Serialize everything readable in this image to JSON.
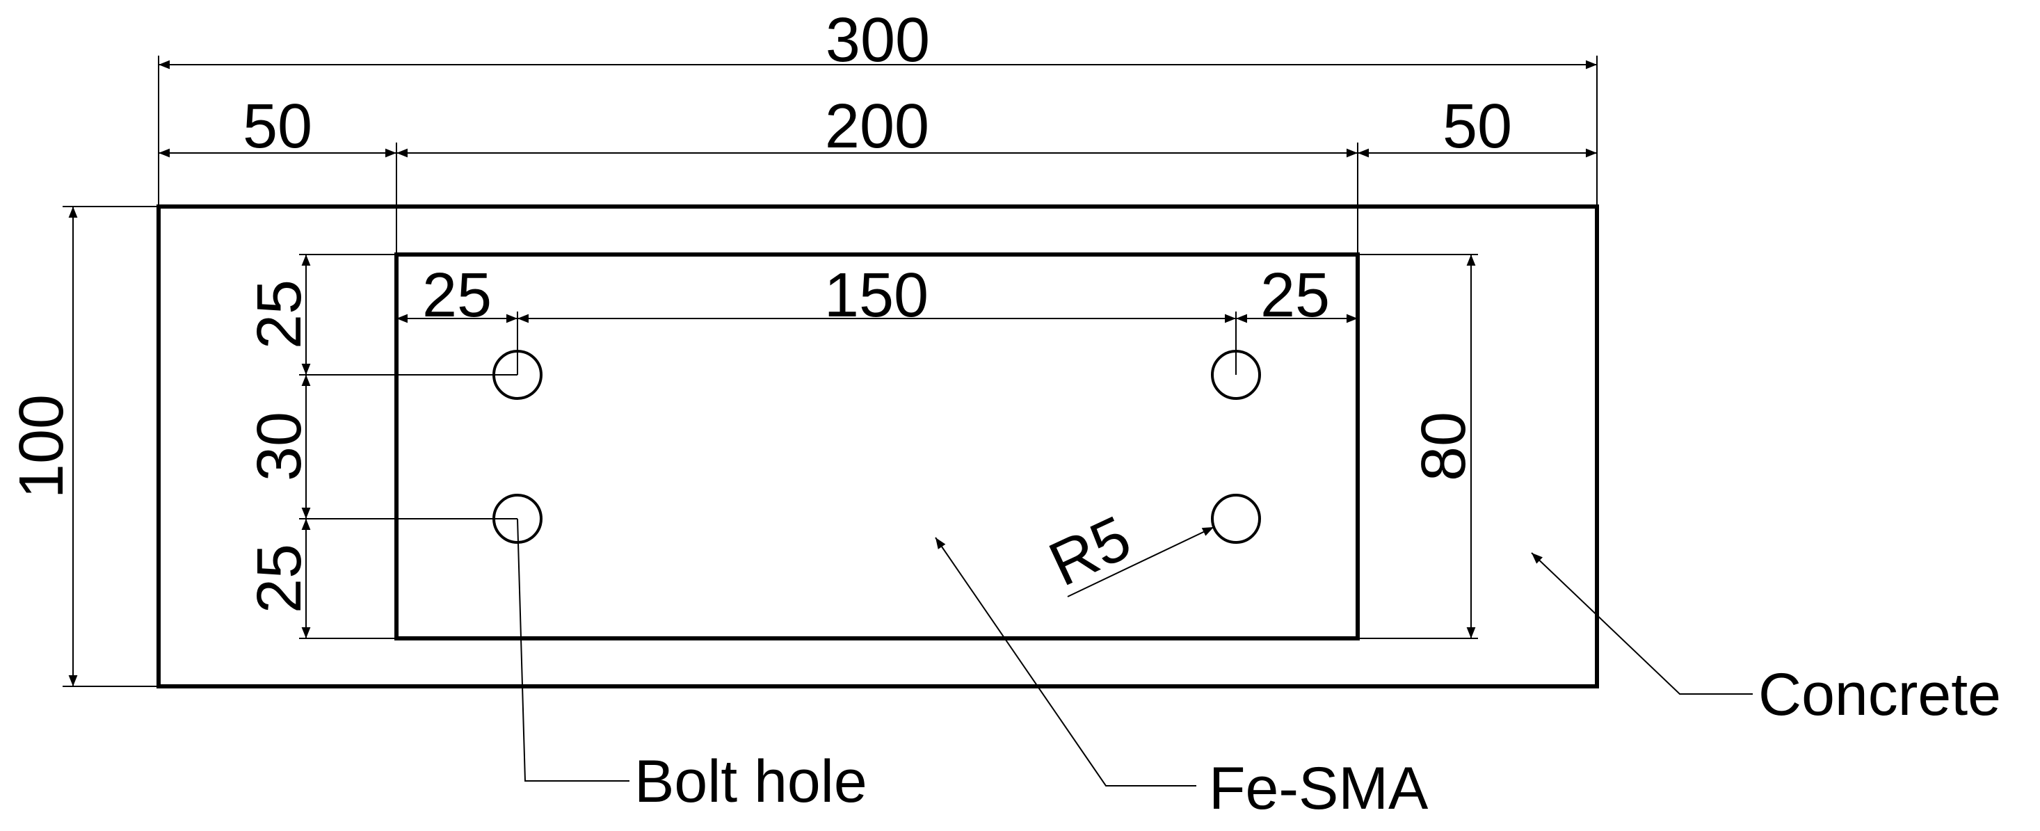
{
  "dimensions": {
    "overall_width": "300",
    "left_margin": "50",
    "plate_width": "200",
    "right_margin": "50",
    "overall_height": "100",
    "plate_height": "80",
    "hole_edge_left": "25",
    "hole_spacing_x": "150",
    "hole_edge_right": "25",
    "hole_edge_top": "25",
    "hole_spacing_y": "30",
    "hole_edge_bottom": "25",
    "hole_radius": "R5"
  },
  "labels": {
    "bolt_hole": "Bolt hole",
    "plate": "Fe-SMA",
    "concrete": "Concrete"
  }
}
